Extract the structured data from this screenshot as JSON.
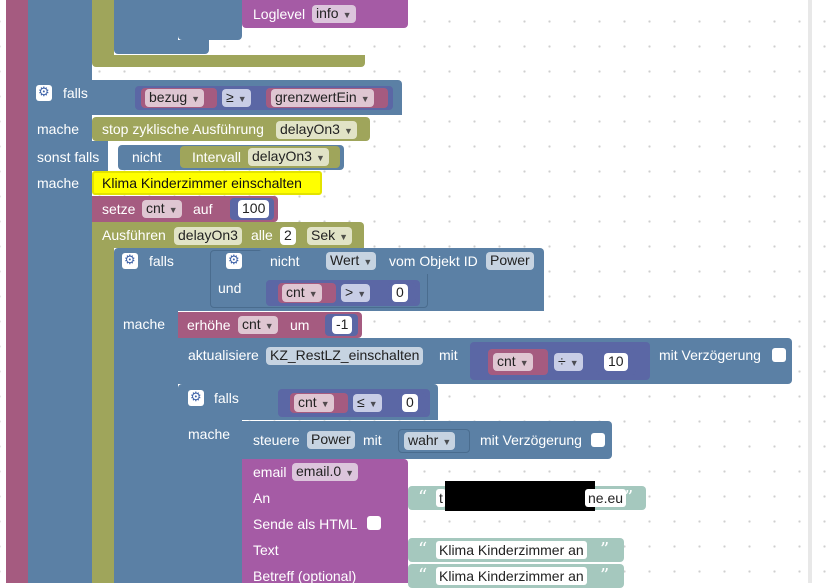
{
  "colors": {
    "logic": "#5b80a5",
    "loop": "#9fa55b",
    "timer": "#9fa55b",
    "variable": "#a55b80",
    "math": "#5b67a5",
    "text": "#a5c8be",
    "email": "#a55ba5",
    "comment": "#ffff00"
  },
  "top": {
    "loglevel_label": "Loglevel",
    "loglevel_value": "info"
  },
  "if1": {
    "falls": "falls",
    "var1": "bezug",
    "op": "≥",
    "var2": "grenzwertEin",
    "mache1": "mache",
    "stop_label": "stop zyklische Ausführung",
    "stop_var": "delayOn3",
    "sonst_falls": "sonst falls",
    "nicht": "nicht",
    "intervall": "Intervall",
    "intervall_var": "delayOn3",
    "mache2": "mache"
  },
  "comment_text": "Klima Kinderzimmer einschalten",
  "setze": {
    "label": "setze",
    "var": "cnt",
    "auf": "auf",
    "value": "100"
  },
  "ausfuehren": {
    "label": "Ausführen",
    "var": "delayOn3",
    "alle": "alle",
    "value": "2",
    "unit": "Sek"
  },
  "if2": {
    "falls": "falls",
    "nicht": "nicht",
    "wert": "Wert",
    "vom_objekt": "vom Objekt ID",
    "obj": "Power",
    "und": "und",
    "var": "cnt",
    "op": ">",
    "value": "0",
    "mache": "mache"
  },
  "erhoehe": {
    "label": "erhöhe",
    "var": "cnt",
    "um": "um",
    "value": "-1"
  },
  "aktualisiere": {
    "label": "aktualisiere",
    "target": "KZ_RestLZ_einschalten",
    "mit": "mit",
    "var": "cnt",
    "op": "÷",
    "value": "10",
    "delay_label": "mit Verzögerung"
  },
  "if3": {
    "falls": "falls",
    "var": "cnt",
    "op": "≤",
    "value": "0",
    "mache": "mache"
  },
  "steuere": {
    "label": "steuere",
    "obj": "Power",
    "mit": "mit",
    "value": "wahr",
    "delay_label": "mit Verzögerung"
  },
  "email": {
    "label": "email",
    "instance": "email.0",
    "an_label": "An",
    "an_value_start": "t",
    "an_value_end": "ne.eu",
    "html_label": "Sende als HTML",
    "text_label": "Text",
    "text_value": "Klima Kinderzimmer an",
    "betreff_label": "Betreff (optional)",
    "betreff_value": "Klima Kinderzimmer an"
  }
}
